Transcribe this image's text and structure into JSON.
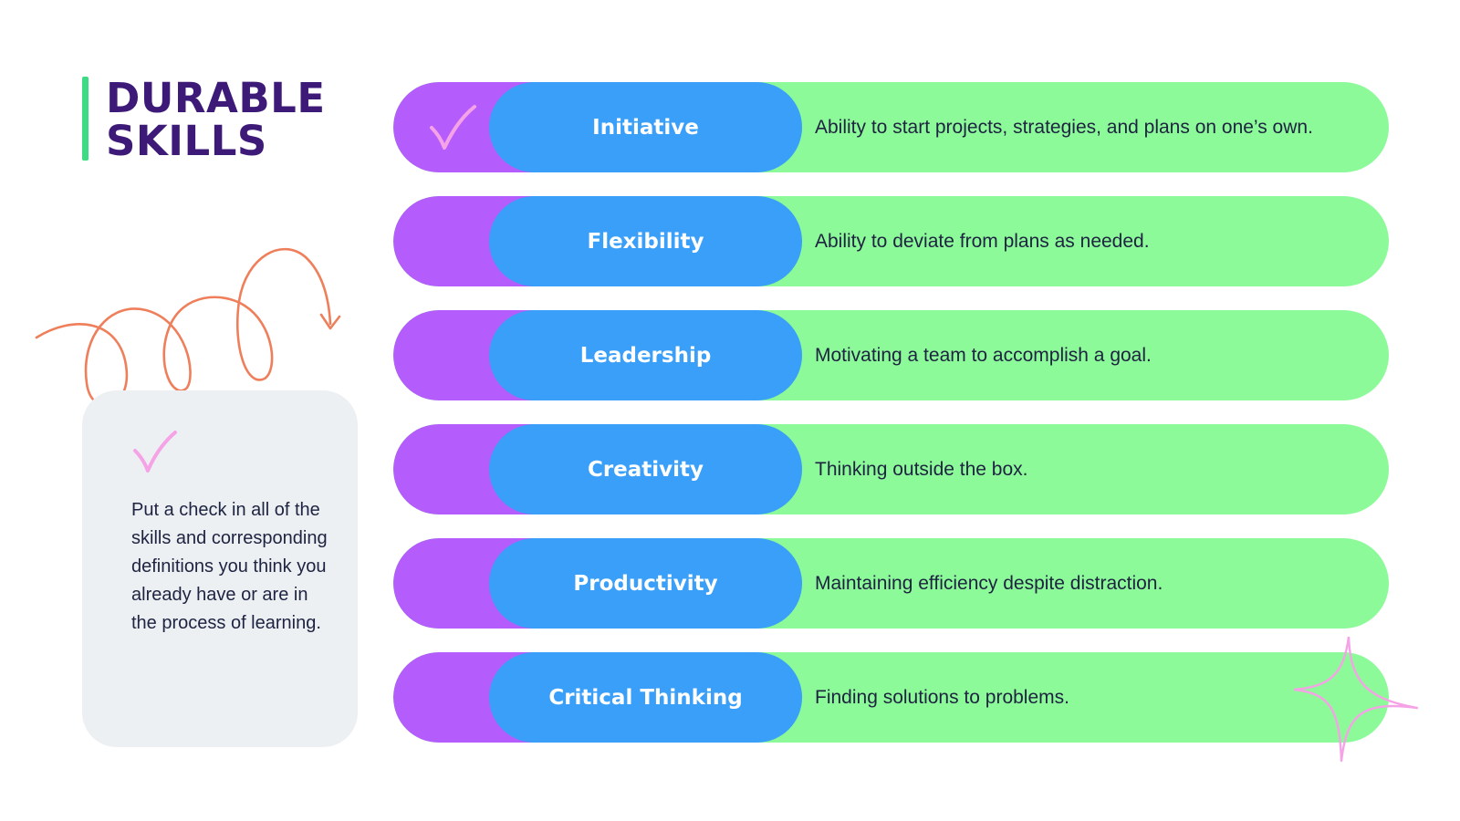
{
  "title": {
    "line1": "DURABLE",
    "line2": "SKILLS"
  },
  "note": {
    "text": "Put a check in all of the skills and corresponding definitions you think you already have or are in the process of learning.",
    "check_icon": "checkmark-icon"
  },
  "skills": [
    {
      "name": "Initiative",
      "description": "Ability to start projects, strategies, and plans on one’s own.",
      "checked": true
    },
    {
      "name": "Flexibility",
      "description": "Ability to deviate from plans as needed.",
      "checked": false
    },
    {
      "name": "Leadership",
      "description": "Motivating a team to accomplish a goal.",
      "checked": false
    },
    {
      "name": "Creativity",
      "description": "Thinking outside the box.",
      "checked": false
    },
    {
      "name": "Productivity",
      "description": "Maintaining efficiency despite distraction.",
      "checked": false
    },
    {
      "name": "Critical Thinking",
      "description": "Finding solutions to problems.",
      "checked": false
    }
  ],
  "colors": {
    "title": "#3d1a78",
    "title_bar": "#3ddc84",
    "row_background": "#8dfa99",
    "row_tab": "#b55dfc",
    "skill_pill": "#399ff9",
    "checkmark": "#f5a3e6",
    "scribble": "#ef7f5b",
    "note_background": "#edf0f3"
  },
  "decorations": {
    "scribble_icon": "spiral-arrow-icon",
    "sparkle_icon": "sparkle-icon"
  }
}
